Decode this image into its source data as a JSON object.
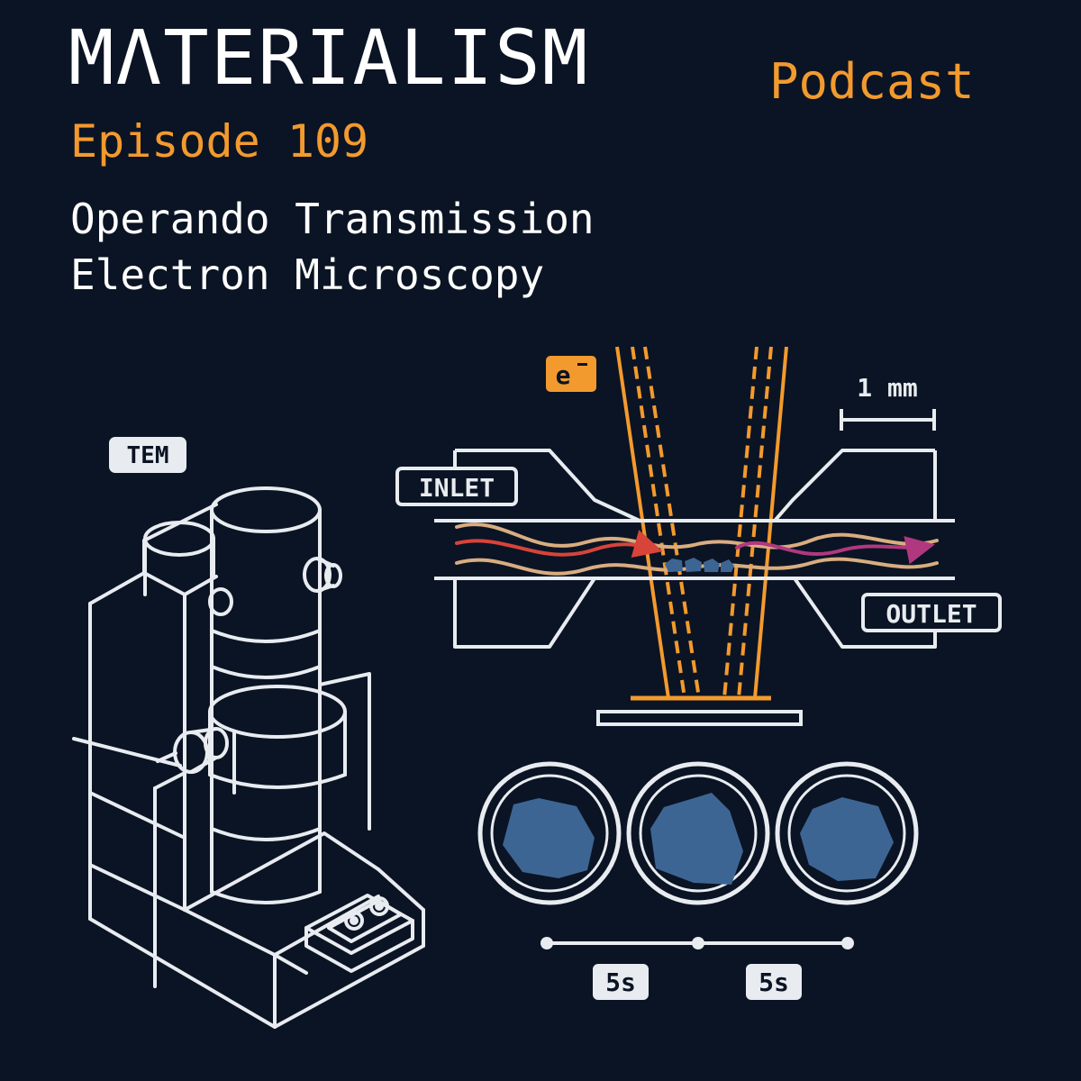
{
  "header": {
    "brand": "MΛTERIALISM",
    "podcast_label": "Podcast",
    "episode": "Episode 109",
    "title_line1": "Operando Transmission",
    "title_line2": "Electron Microscopy"
  },
  "labels": {
    "tem": "TEM",
    "electron": "e",
    "scale_bar": "1 mm",
    "inlet": "INLET",
    "outlet": "OUTLET",
    "interval1": "5s",
    "interval2": "5s"
  },
  "colors": {
    "background": "#0b1424",
    "line": "#e8ecf0",
    "accent": "#f39a2e",
    "particle": "#3d6594"
  }
}
